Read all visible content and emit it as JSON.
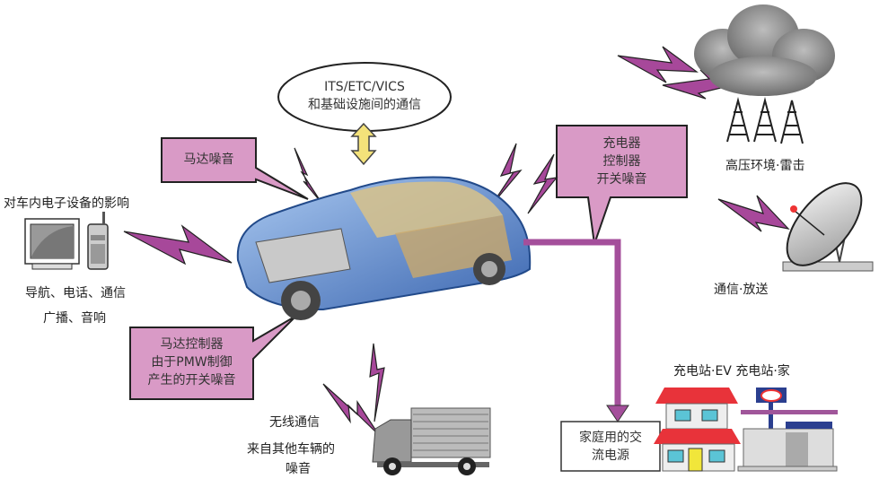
{
  "ellipse": {
    "line1": "ITS/ETC/VICS",
    "line2": "和基础设施间的通信"
  },
  "motor_noise": "马达噪音",
  "in_car_devices": {
    "title": "对车内电子设备的影响",
    "line1": "导航、电话、通信",
    "line2": "广播、音响"
  },
  "charger_box": {
    "line1": "充电器",
    "line2": "控制器",
    "line3": "开关噪音"
  },
  "high_voltage": "高压环境·雷击",
  "broadcast": "通信·放送",
  "stations": "充电站·EV 充电站·家",
  "home_ac": {
    "line1": "家庭用的交",
    "line2": "流电源"
  },
  "motor_controller": {
    "line1": "马达控制器",
    "line2": "由于PMW制御",
    "line3": "产生的开关噪音"
  },
  "wireless": "无线通信",
  "other_vehicles": {
    "line1": "来自其他车辆的",
    "line2": "噪音"
  },
  "colors": {
    "callout": "#d99ac6",
    "lightning": "#a7489a",
    "arrow": "#a44f9b",
    "car": "#4f7fc9",
    "roof": "#e8333a"
  }
}
